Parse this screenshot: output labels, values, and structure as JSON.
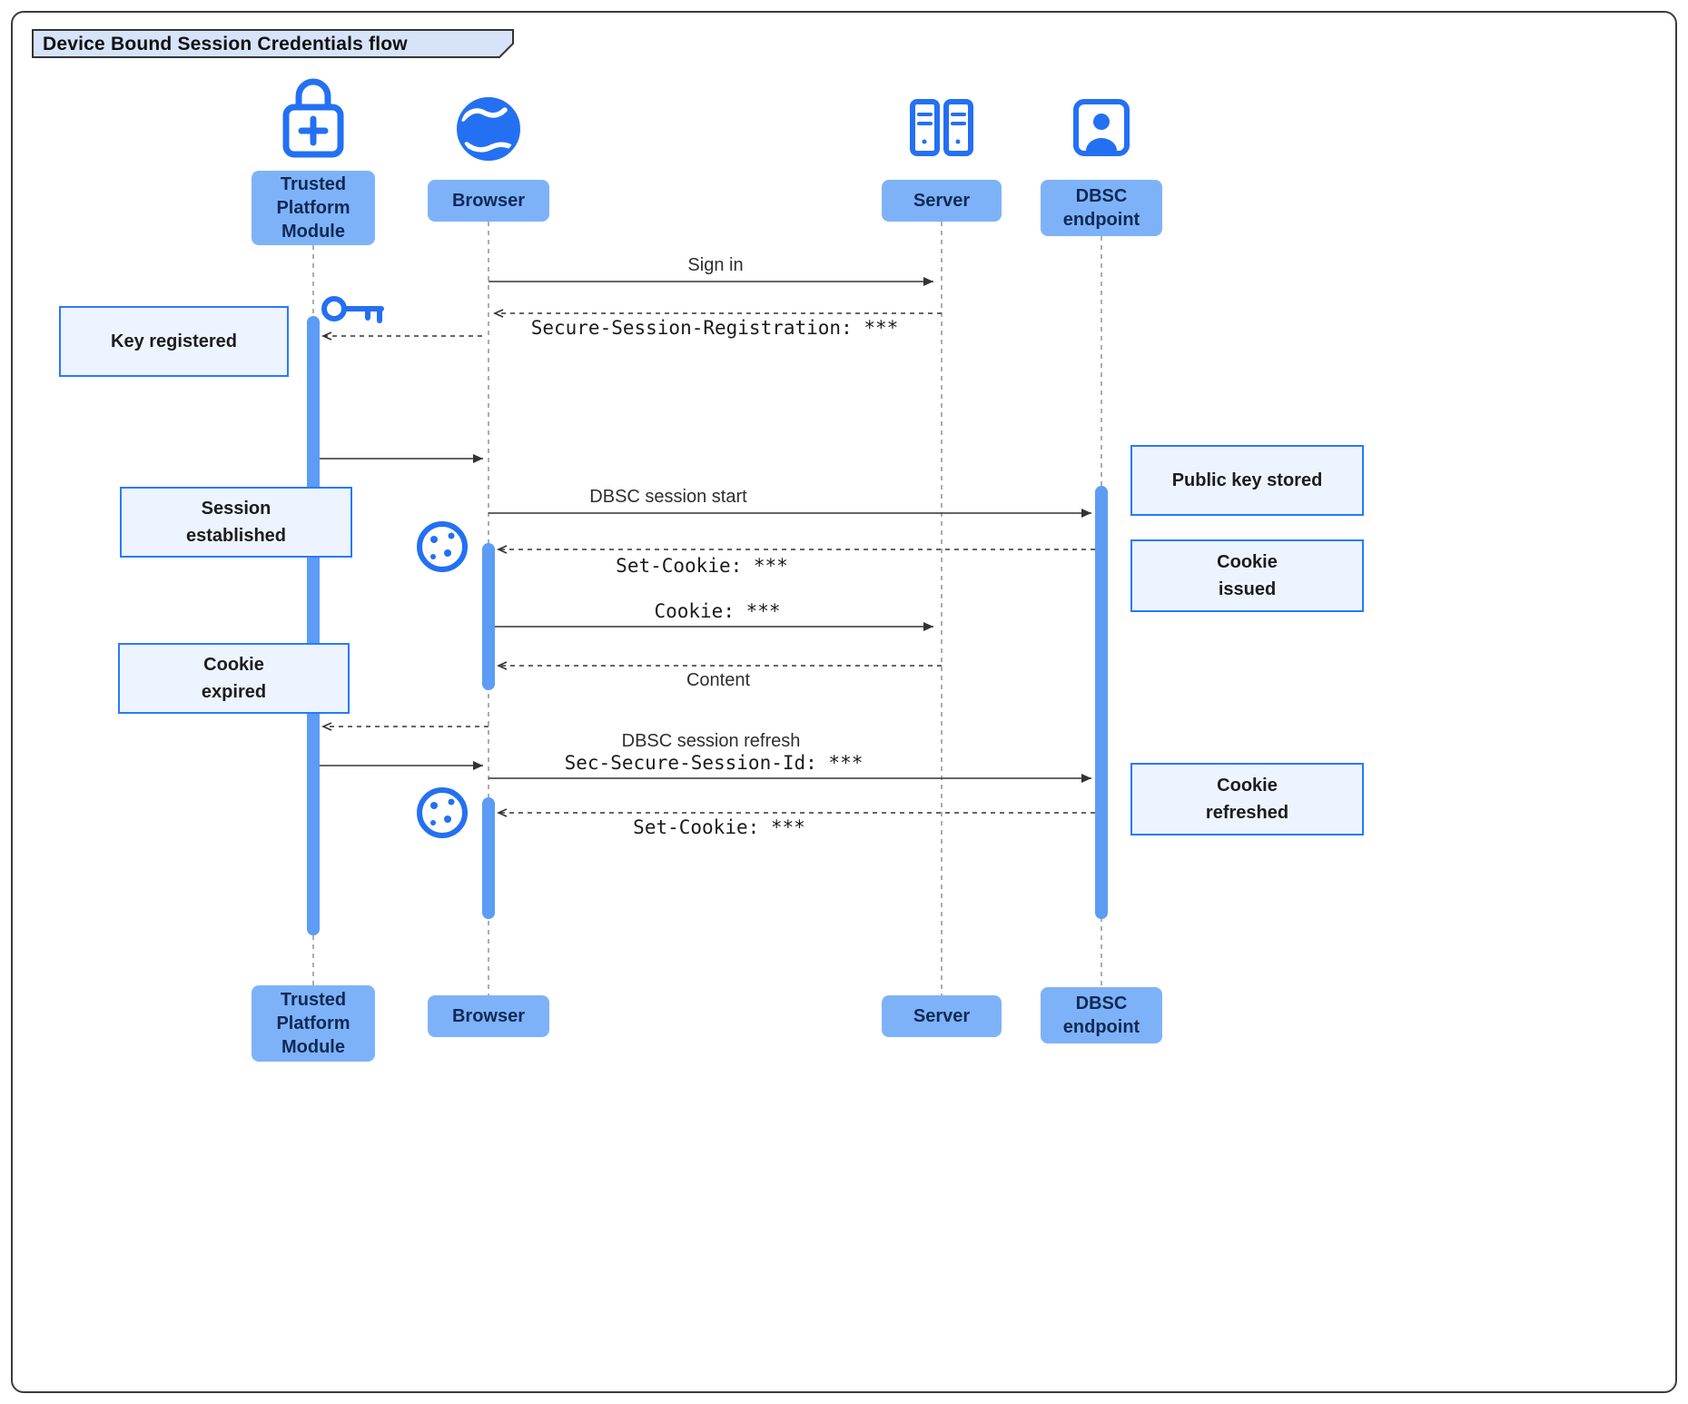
{
  "title": "Device Bound Session Credentials flow",
  "actors": {
    "tpm": {
      "label": "Trusted\nPlatform\nModule"
    },
    "browser": {
      "label": "Browser"
    },
    "server": {
      "label": "Server"
    },
    "dbsc": {
      "label": "DBSC\nendpoint"
    }
  },
  "messages": {
    "sign_in": "Sign in",
    "session_registration": "Secure-Session-Registration: ***",
    "dbsc_session_start": "DBSC session start",
    "set_cookie_issued": "Set-Cookie: ***",
    "cookie": "Cookie: ***",
    "content": "Content",
    "dbsc_session_refresh": "DBSC session refresh",
    "sec_secure_session_id": "Sec-Secure-Session-Id: ***",
    "set_cookie_refreshed": "Set-Cookie: ***"
  },
  "notes": {
    "key_registered": "Key registered",
    "session_established": "Session\nestablished",
    "cookie_expired": "Cookie\nexpired",
    "public_key_stored": "Public key stored",
    "cookie_issued": "Cookie\nissued",
    "cookie_refreshed": "Cookie\nrefreshed"
  },
  "icons": {
    "tpm": "lock-plus-icon",
    "browser": "globe-icon",
    "server": "server-rack-icon",
    "dbsc": "person-badge-icon",
    "key": "key-icon",
    "cookie": "cookie-icon"
  },
  "colors": {
    "accent": "#2470F2",
    "actor-fill": "#7EB2F8",
    "actor-text": "#0E2A55",
    "note-fill": "#EDF4FF",
    "note-border": "#2979FF",
    "activation": "#5C9CF5",
    "tab-fill": "#D7E3F8",
    "line": "#333333",
    "lifeline": "#8A8A8A"
  }
}
